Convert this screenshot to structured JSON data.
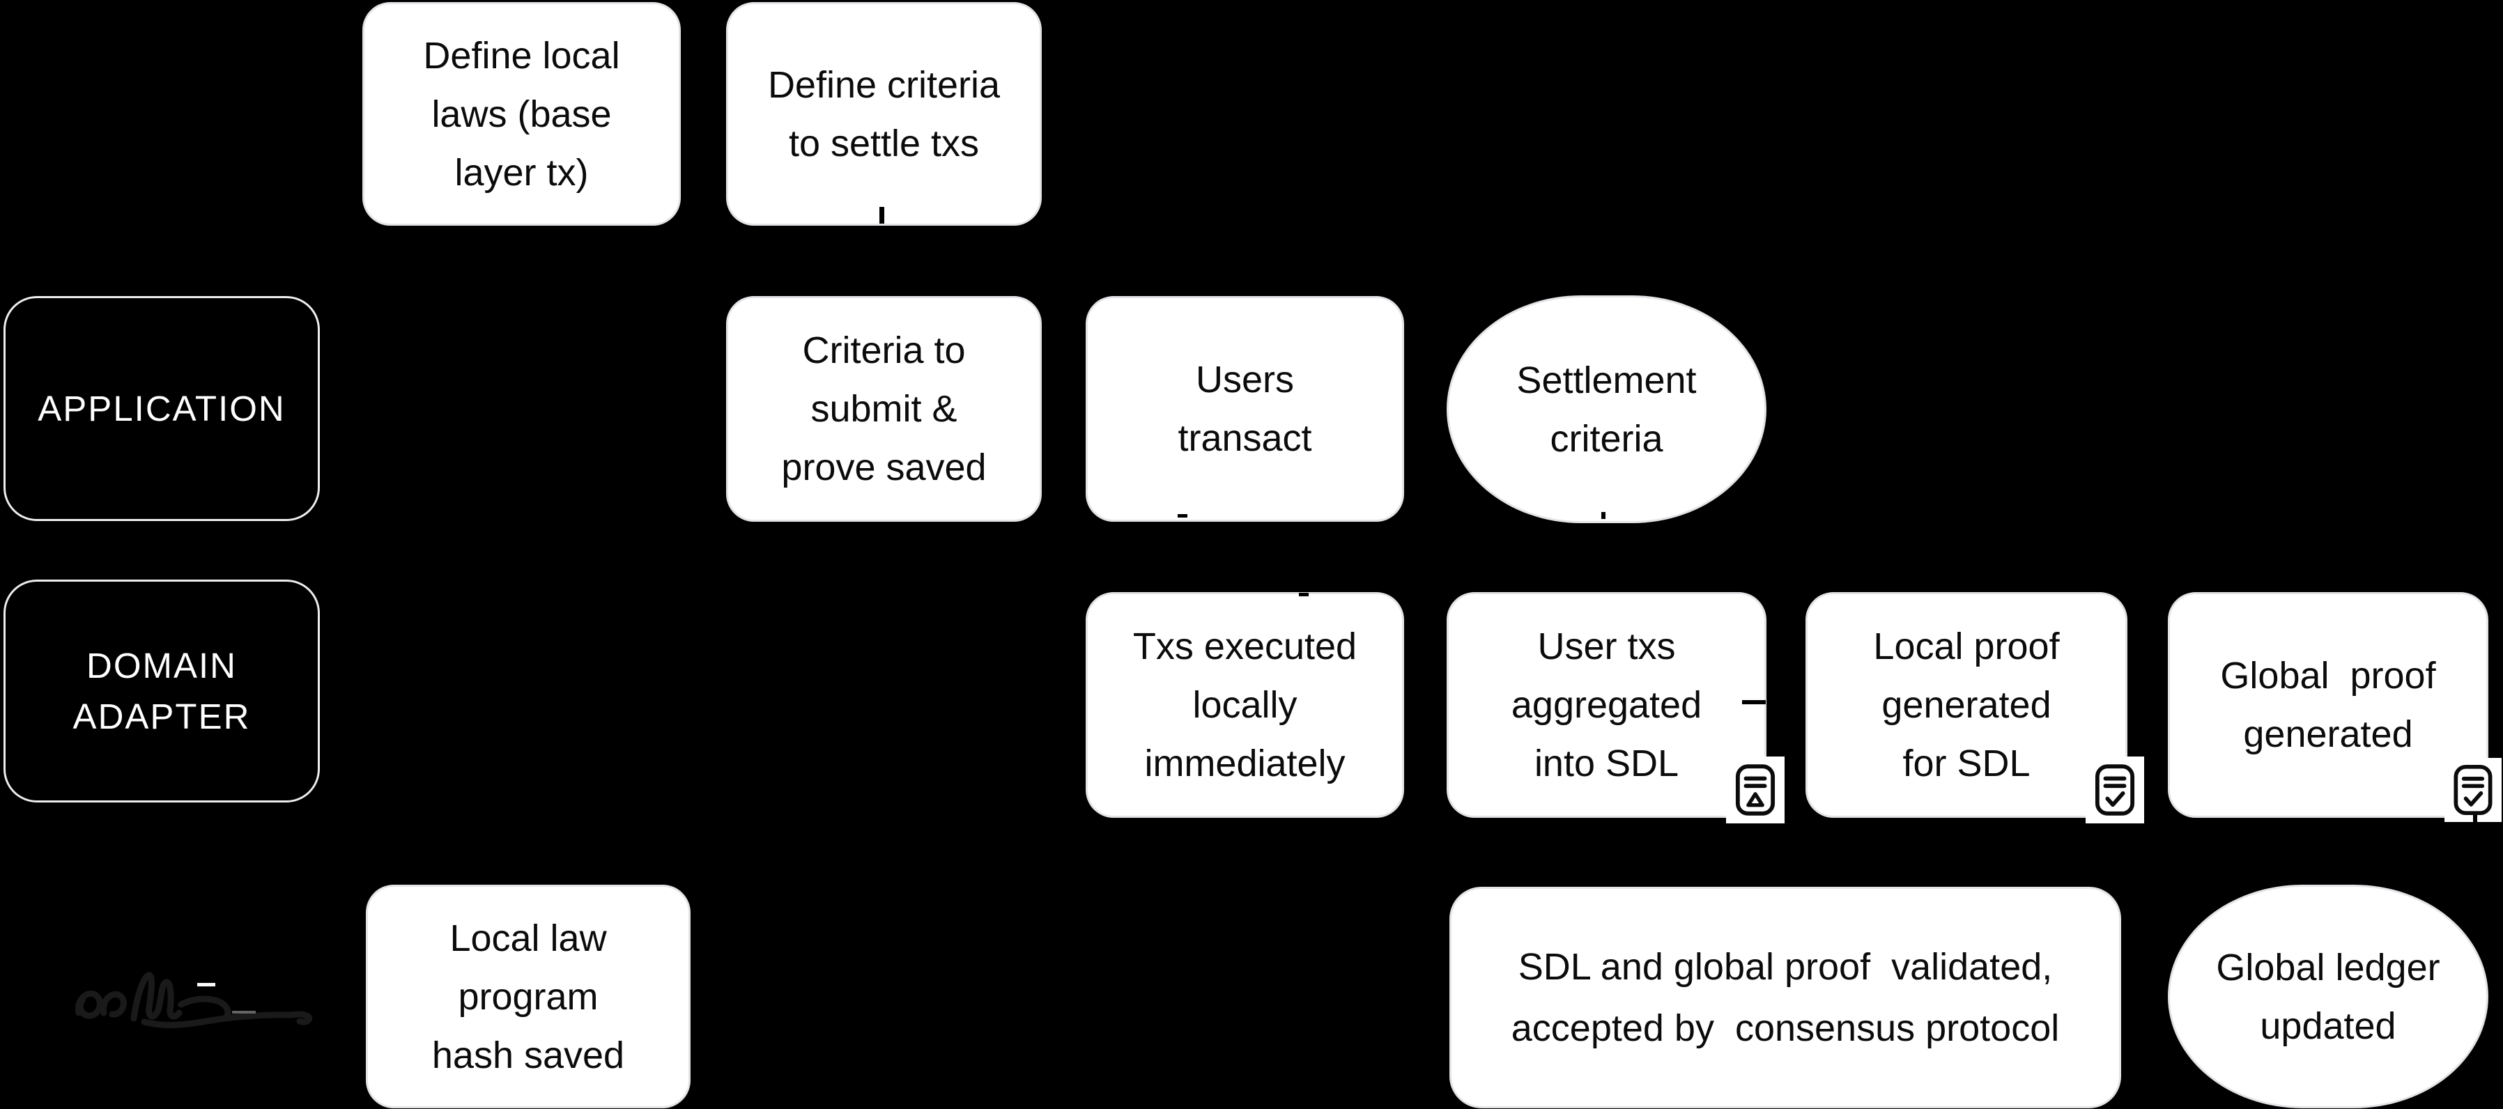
{
  "colors": {
    "background": "#000000",
    "node_fill": "#ffffff",
    "node_border": "#e4e4e8",
    "node_text": "#0b0b0b",
    "lane_fill": "#000000",
    "lane_border": "#ededed",
    "lane_text": "#ffffff",
    "icon_stroke": "#0b0b0b",
    "scribble_color": "#1a1a1a"
  },
  "lanes": [
    {
      "id": "application",
      "lines": [
        "APPLICATION"
      ]
    },
    {
      "id": "domain-adapter",
      "lines": [
        "DOMAIN",
        "ADAPTER"
      ]
    }
  ],
  "nodes": [
    {
      "id": "define-local-laws",
      "shape": "rounded-rect",
      "lines": [
        "Define local",
        "laws (base",
        "layer tx)"
      ]
    },
    {
      "id": "define-settle-criteria",
      "shape": "rounded-rect",
      "lines": [
        "Define criteria",
        "to settle txs"
      ]
    },
    {
      "id": "criteria-submit-prove",
      "shape": "rounded-rect",
      "lines": [
        "Criteria to",
        "submit &",
        "prove saved"
      ]
    },
    {
      "id": "users-transact",
      "shape": "rounded-rect",
      "lines": [
        "Users",
        "transact"
      ]
    },
    {
      "id": "settlement-criteria",
      "shape": "ellipse",
      "lines": [
        "Settlement",
        "criteria"
      ]
    },
    {
      "id": "txs-executed-locally",
      "shape": "rounded-rect",
      "lines": [
        "Txs executed",
        "locally",
        "immediately"
      ]
    },
    {
      "id": "user-txs-aggregated",
      "shape": "rounded-rect",
      "lines": [
        "User txs",
        "aggregated",
        "into SDL"
      ],
      "corner_icon": "doc-delta-icon"
    },
    {
      "id": "local-proof-generated",
      "shape": "rounded-rect",
      "lines": [
        "Local proof",
        "generated",
        "for SDL"
      ],
      "corner_icon": "doc-check-icon"
    },
    {
      "id": "global-proof-generated",
      "shape": "rounded-rect",
      "lines": [
        "Global  proof",
        "generated"
      ],
      "corner_icon": "doc-check-icon"
    },
    {
      "id": "local-law-hash-saved",
      "shape": "rounded-rect",
      "lines": [
        "Local law",
        "program",
        "hash saved"
      ]
    },
    {
      "id": "sdl-validated",
      "shape": "rounded-rect",
      "lines": [
        "SDL and global proof  validated,",
        "accepted by  consensus protocol"
      ]
    },
    {
      "id": "global-ledger-updated",
      "shape": "ellipse",
      "lines": [
        "Global ledger",
        "updated"
      ]
    }
  ],
  "decorations": {
    "signature_scribble": "handwritten-scribble"
  }
}
